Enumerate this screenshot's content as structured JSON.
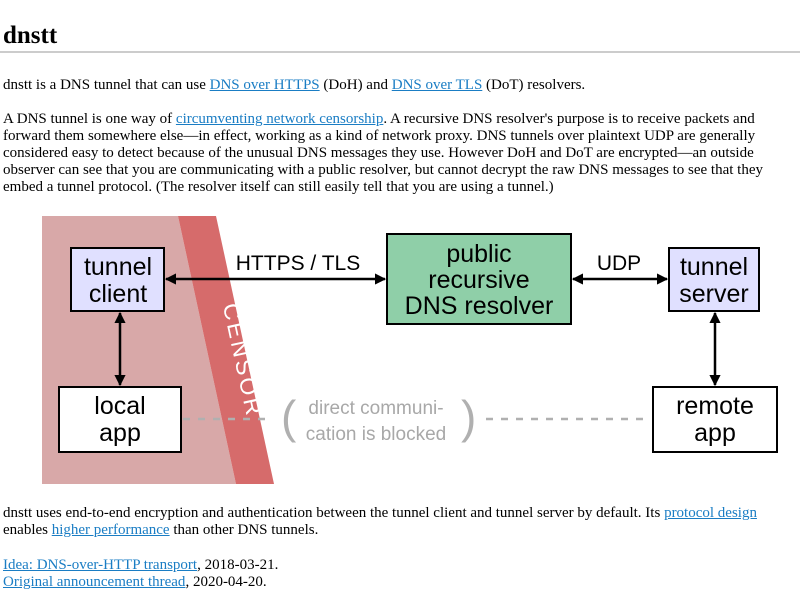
{
  "title": "dnstt",
  "intro": {
    "text_before": "dnstt is a DNS tunnel that can use ",
    "link_doh": "DNS over HTTPS",
    "text_middle": " (DoH) and ",
    "link_dot": "DNS over TLS",
    "text_after": " (DoT) resolvers."
  },
  "para2": {
    "l1_before": "A DNS tunnel is one way of ",
    "l1_link": "circumventing network censorship",
    "l1_after": ". A recursive DNS resolver's purpose is to receive packets and",
    "l2": "forward them somewhere else—in effect, working as a kind of network proxy. DNS tunnels over plaintext UDP are generally",
    "l3": "considered easy to detect because of the unusual DNS messages they use. However DoH and DoT are encrypted—an outside",
    "l4": "observer can see that you are communicating with a public resolver, but cannot decrypt the raw DNS messages to see that they",
    "l5": "embed a tunnel protocol. (The resolver itself can still easily tell that you are using a tunnel.)"
  },
  "diagram": {
    "tunnel_client_1": "tunnel",
    "tunnel_client_2": "client",
    "local_app_1": "local",
    "local_app_2": "app",
    "censor": "CENSOR",
    "https_tls": "HTTPS / TLS",
    "resolver_1": "public",
    "resolver_2": "recursive",
    "resolver_3": "DNS resolver",
    "udp": "UDP",
    "tunnel_server_1": "tunnel",
    "tunnel_server_2": "server",
    "remote_app_1": "remote",
    "remote_app_2": "app",
    "blocked_1": "direct communi-",
    "blocked_2": "cation is blocked",
    "colors": {
      "censor_zone": "#d8a8a8",
      "censor_band": "#d66b6b",
      "tunnel_box": "#e0e0ff",
      "resolver_box": "#8fcfa8",
      "blocked_text": "#b0b0b0"
    }
  },
  "para3": {
    "l1_before": "dnstt uses end-to-end encryption and authentication between the tunnel client and tunnel server by default. Its ",
    "l1_link": "protocol design",
    "l2_before": "enables ",
    "l2_link": "higher performance",
    "l2_after": " than other DNS tunnels."
  },
  "links": [
    {
      "link": "Idea: DNS-over-HTTP transport",
      "date": ", 2018-03-21."
    },
    {
      "link": "Original announcement thread",
      "date": ", 2020-04-20."
    }
  ]
}
